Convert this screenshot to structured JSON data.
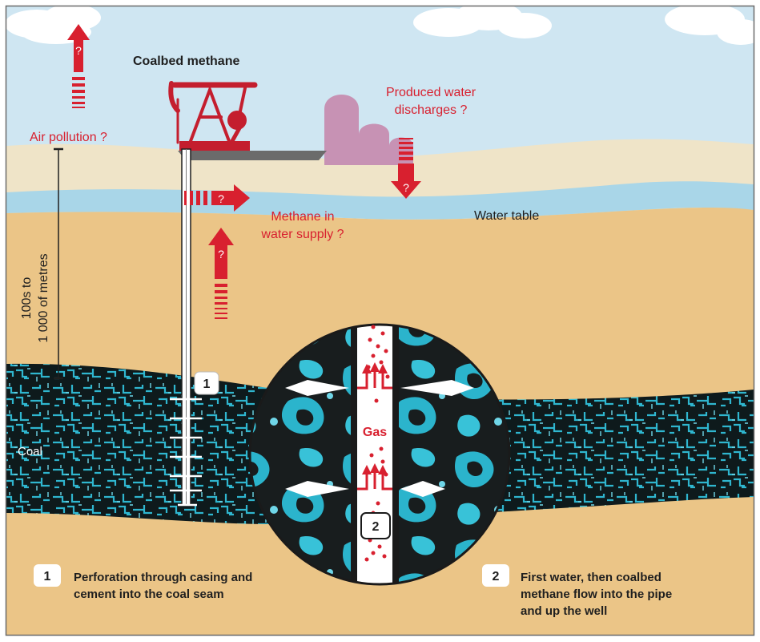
{
  "title": "Coalbed methane",
  "labels": {
    "air_pollution": "Air pollution ?",
    "produced_water_line1": "Produced water",
    "produced_water_line2": "discharges ?",
    "methane_line1": "Methane in",
    "methane_line2": "water supply ?",
    "water_table": "Water table",
    "depth_line1": "100s to",
    "depth_line2": "1 000 of metres",
    "coal": "Coal",
    "gas": "Gas",
    "question_mark": "?"
  },
  "markers": {
    "one": "1",
    "two": "2"
  },
  "captions": {
    "one_line1": "Perforation through casing and",
    "one_line2": "cement into the coal seam",
    "two_line1": "First water, then coalbed",
    "two_line2": "methane flow into the pipe",
    "two_line3": "and up the well"
  },
  "colors": {
    "sky": "#cfe6f2",
    "topsoil": "#efe4c8",
    "water": "#a9d6e8",
    "ground": "#ebc587",
    "coal_dark": "#0e1a1c",
    "coal_cyan": "#2fb6cf",
    "accent_red": "#d8202f",
    "tank": "#c792b4",
    "pumpjack": "#c41e2e",
    "frame": "#6a6a6a"
  }
}
